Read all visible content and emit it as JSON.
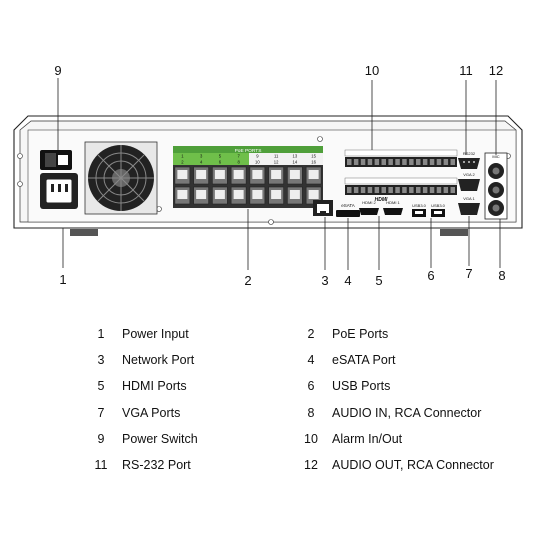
{
  "panel": {
    "poe_header": "PoE PORTS",
    "poe_top_numbers": [
      "1",
      "3",
      "5",
      "7",
      "9",
      "11",
      "13",
      "15"
    ],
    "poe_bottom_numbers": [
      "2",
      "4",
      "6",
      "8",
      "10",
      "12",
      "14",
      "16"
    ],
    "esata_label": "eSATA",
    "hdmi_labels": [
      "HDMI 2",
      "HDMI 1"
    ],
    "usb_labels": [
      "USB3.0",
      "USB3.0"
    ],
    "rs232_label": "RS232",
    "vga_labels": [
      "VGA 2",
      "VGA 1"
    ],
    "mic_label": "MIC"
  },
  "callouts": [
    "1",
    "2",
    "3",
    "4",
    "5",
    "6",
    "7",
    "8",
    "9",
    "10",
    "11",
    "12"
  ],
  "legend": [
    {
      "num": "1",
      "text": "Power  Input"
    },
    {
      "num": "2",
      "text": "PoE Ports"
    },
    {
      "num": "3",
      "text": "Network Port"
    },
    {
      "num": "4",
      "text": "eSATA Port"
    },
    {
      "num": "5",
      "text": "HDMI Ports"
    },
    {
      "num": "6",
      "text": "USB Ports"
    },
    {
      "num": "7",
      "text": "VGA Ports"
    },
    {
      "num": "8",
      "text": "AUDIO IN, RCA Connector"
    },
    {
      "num": "9",
      "text": "Power Switch"
    },
    {
      "num": "10",
      "text": "Alarm In/Out"
    },
    {
      "num": "11",
      "text": "RS-232 Port"
    },
    {
      "num": "12",
      "text": "AUDIO OUT, RCA Connector"
    }
  ]
}
